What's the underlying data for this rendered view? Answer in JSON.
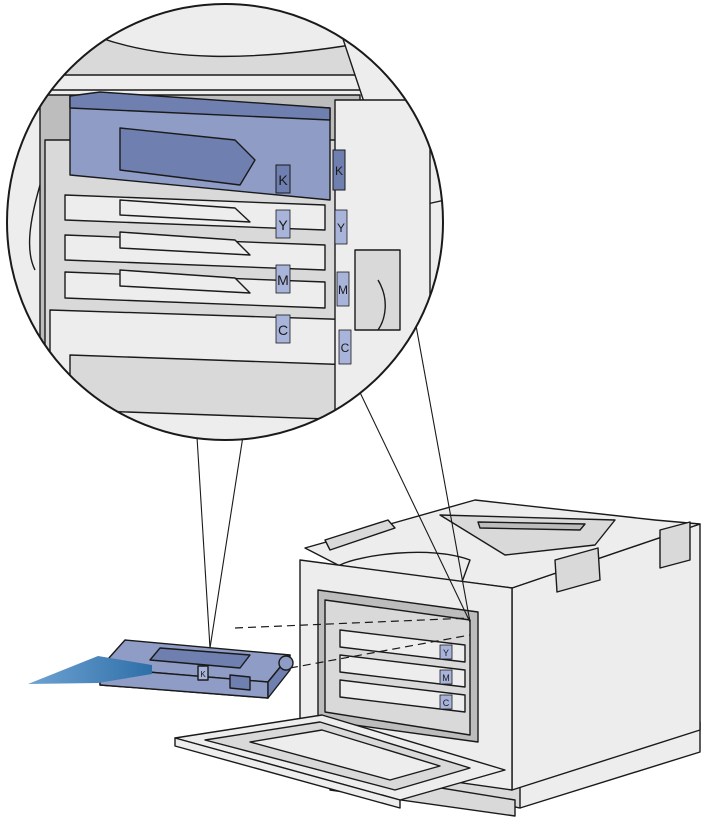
{
  "diagram": {
    "colors": {
      "cartridge": "#8E9CC6",
      "cartridge_dark": "#6F7FB0",
      "label_bg": "#A9B4DA",
      "printer_body": "#EDEDED",
      "printer_shade": "#D9D9D9",
      "printer_dark": "#BDBDBD",
      "outline": "#1a1a1a",
      "arrow": "#2E6FA8",
      "arrow_light": "#6FA3D3"
    },
    "zoom": {
      "slot_labels": [
        "K",
        "Y",
        "M",
        "C"
      ],
      "side_labels": [
        "K",
        "Y",
        "M",
        "C"
      ]
    },
    "cartridge_label": "K",
    "printer": {
      "slot_labels": [
        "Y",
        "M",
        "C"
      ]
    }
  }
}
